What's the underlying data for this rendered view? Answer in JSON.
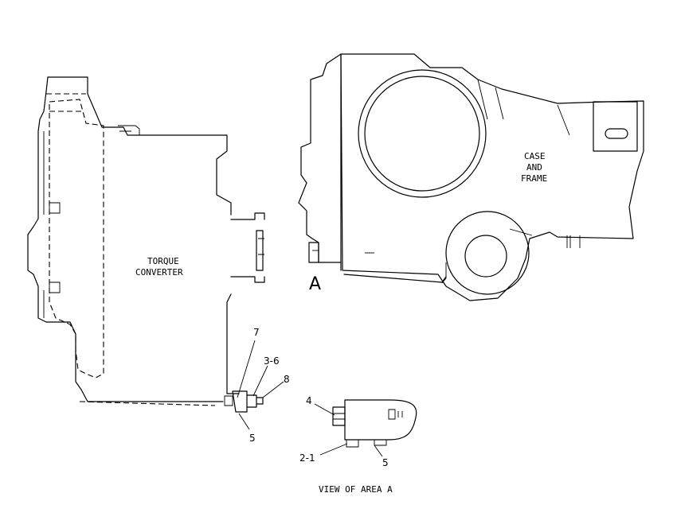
{
  "labels": {
    "torque_converter": [
      "TORQUE",
      "CONVERTER"
    ],
    "case_and_frame": [
      "CASE",
      "AND",
      "FRAME"
    ],
    "area_marker": "A",
    "view_caption": "VIEW OF AREA A"
  },
  "callouts": {
    "main": {
      "c7": "7",
      "c3_6": "3-6",
      "c8": "8",
      "c5": "5"
    },
    "detail": {
      "c4": "4",
      "c2_1": "2-1",
      "c5": "5"
    }
  }
}
